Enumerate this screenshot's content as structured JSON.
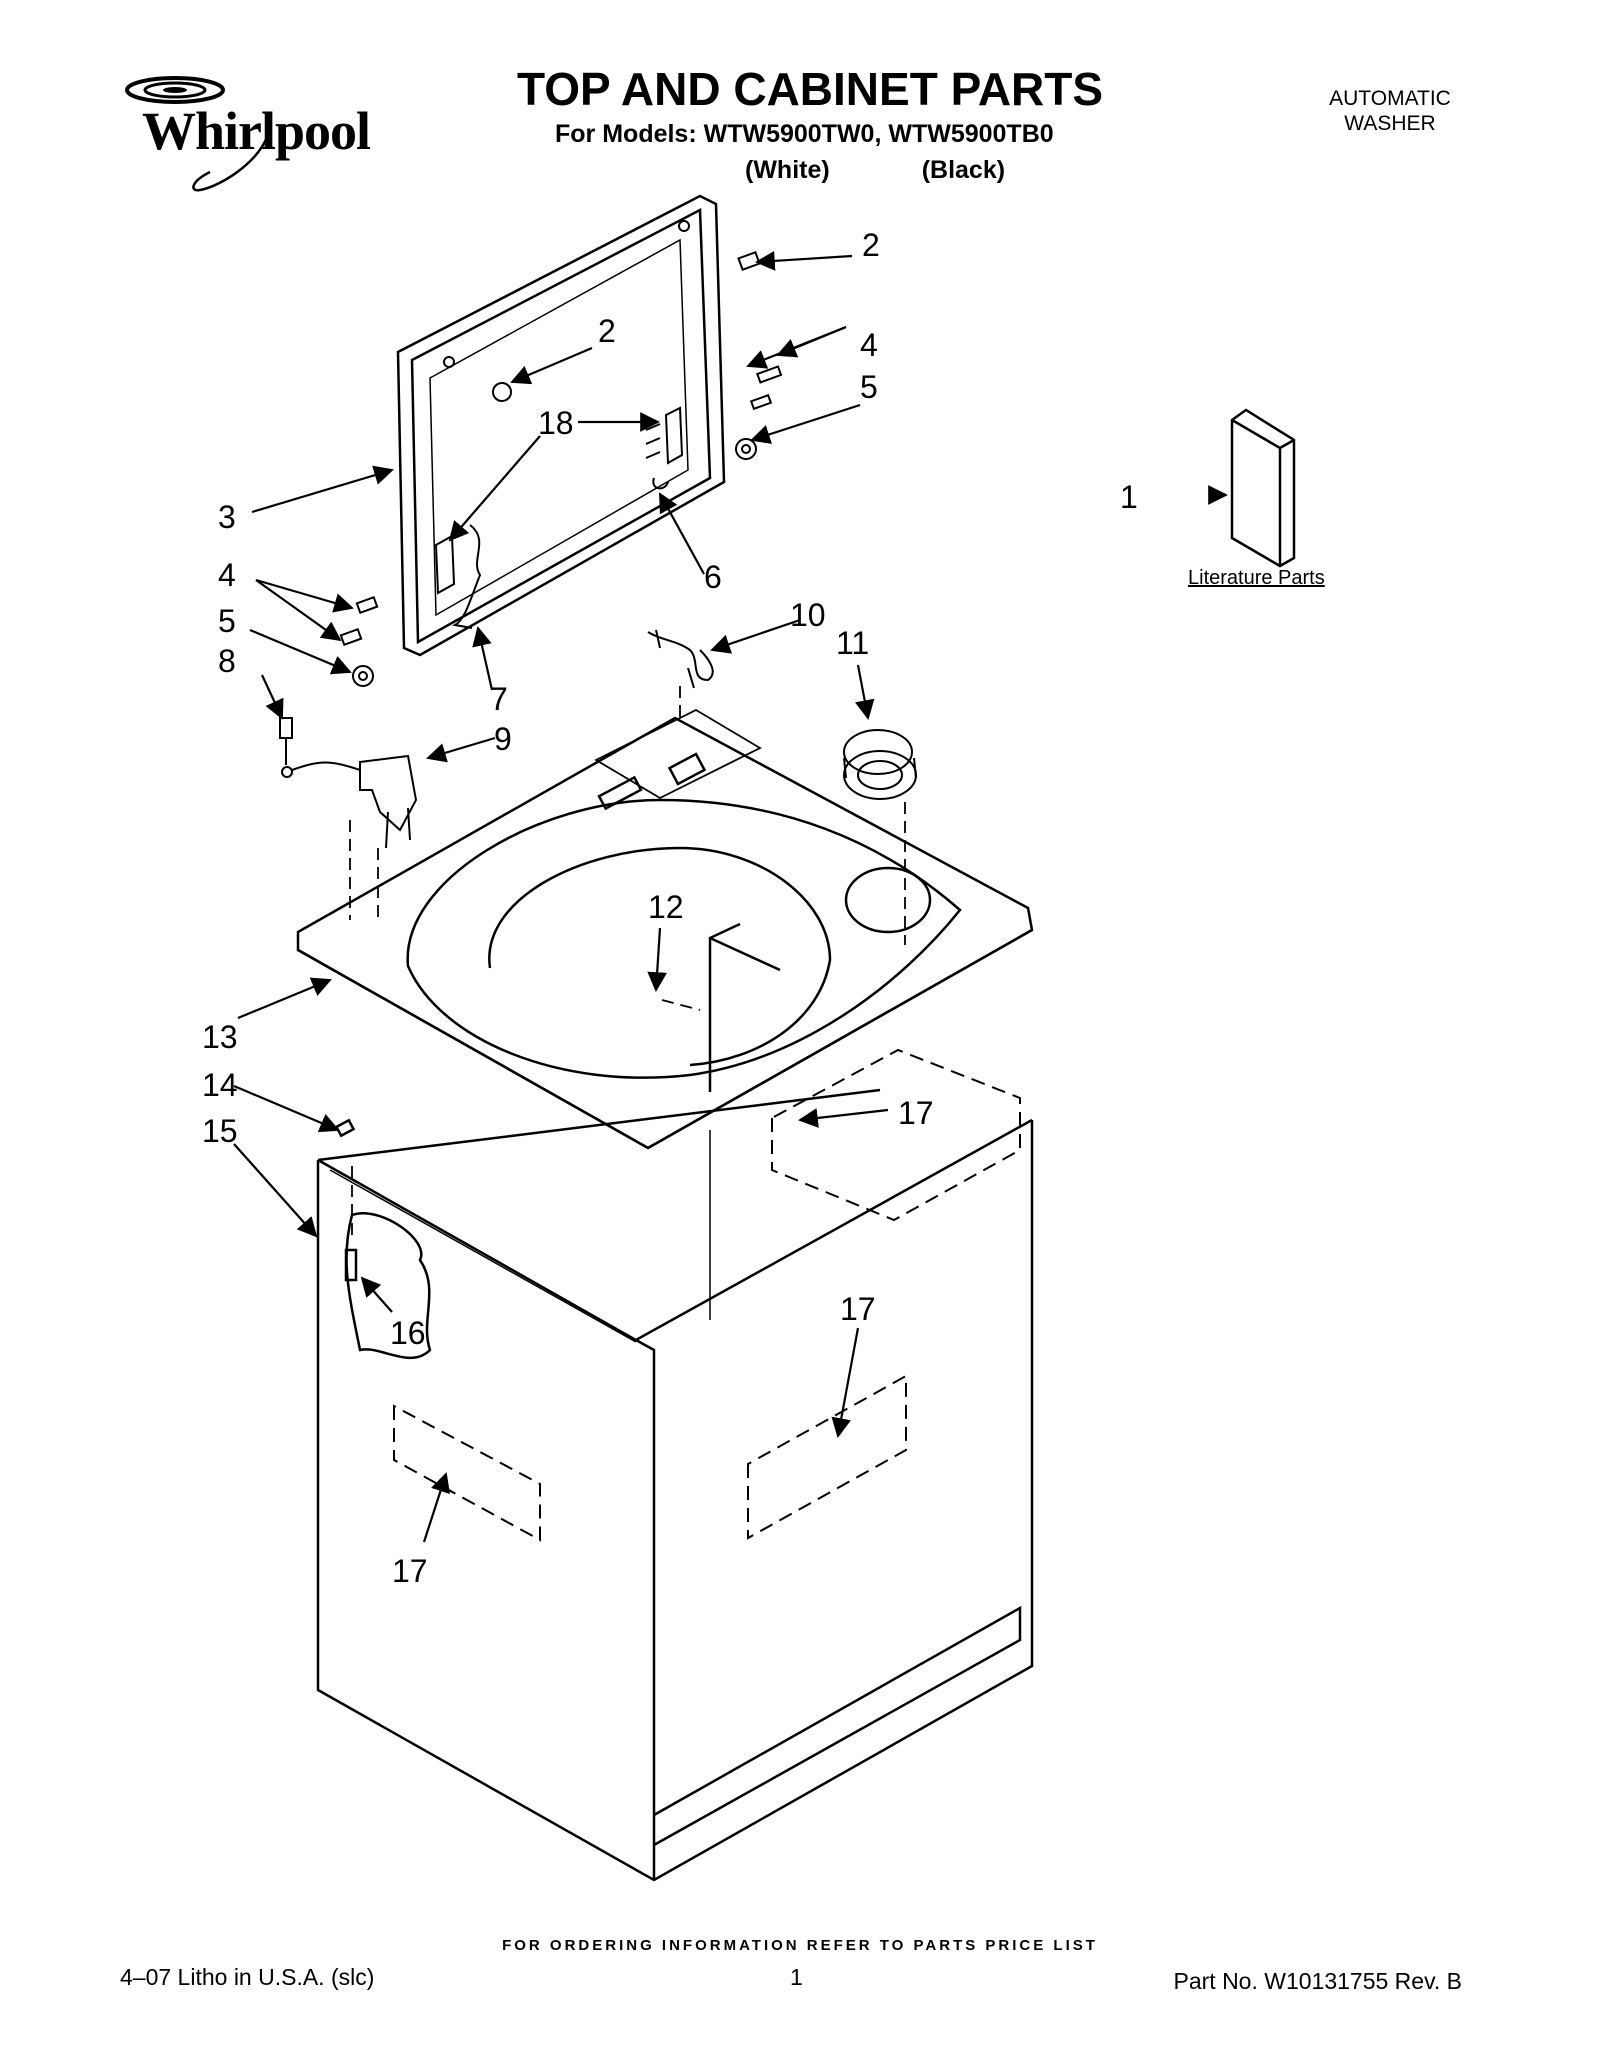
{
  "header": {
    "brand": "Whirlpool",
    "title": "TOP AND CABINET PARTS",
    "models_line": "For Models: WTW5900TW0, WTW5900TB0",
    "variants": [
      "(White)",
      "(Black)"
    ],
    "product_line1": "AUTOMATIC",
    "product_line2": "WASHER"
  },
  "diagram": {
    "literature_label": "Literature Parts",
    "callouts": [
      "1",
      "2",
      "2",
      "3",
      "4",
      "4",
      "5",
      "5",
      "6",
      "7",
      "8",
      "9",
      "10",
      "11",
      "12",
      "13",
      "14",
      "15",
      "16",
      "17",
      "17",
      "17",
      "18"
    ]
  },
  "footer": {
    "order_note": "FOR ORDERING INFORMATION REFER TO PARTS PRICE LIST",
    "litho": "4–07 Litho in U.S.A. (slc)",
    "page": "1",
    "part_no": "Part No. W10131755 Rev. B"
  }
}
